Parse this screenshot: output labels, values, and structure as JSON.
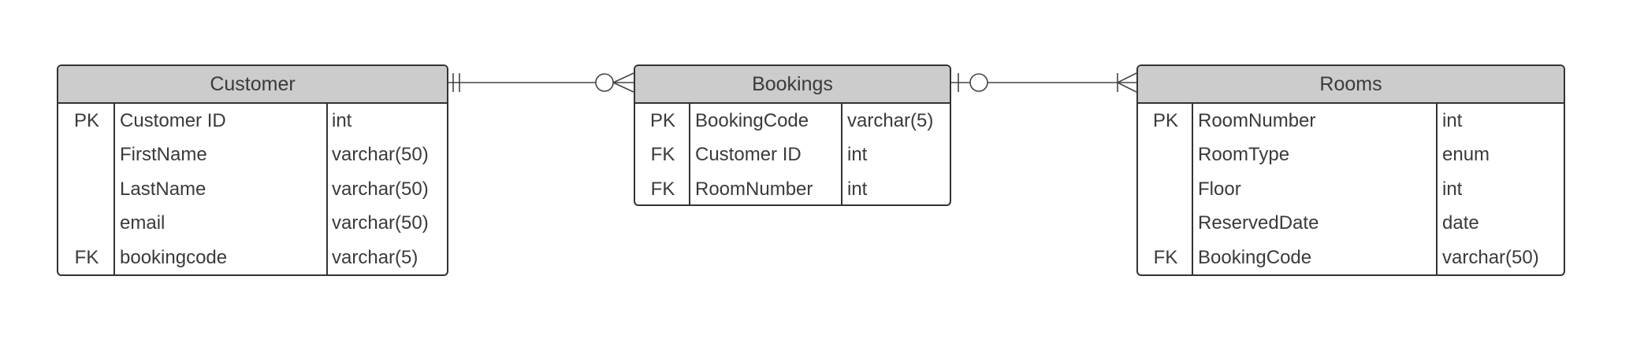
{
  "entities": {
    "customer": {
      "title": "Customer",
      "rows": [
        {
          "key": "PK",
          "name": "Customer ID",
          "type": "int"
        },
        {
          "key": "",
          "name": "FirstName",
          "type": "varchar(50)"
        },
        {
          "key": "",
          "name": "LastName",
          "type": "varchar(50)"
        },
        {
          "key": "",
          "name": "email",
          "type": "varchar(50)"
        },
        {
          "key": "FK",
          "name": "bookingcode",
          "type": "varchar(5)"
        }
      ]
    },
    "bookings": {
      "title": "Bookings",
      "rows": [
        {
          "key": "PK",
          "name": "BookingCode",
          "type": "varchar(5)"
        },
        {
          "key": "FK",
          "name": "Customer ID",
          "type": "int"
        },
        {
          "key": "FK",
          "name": "RoomNumber",
          "type": "int"
        }
      ]
    },
    "rooms": {
      "title": "Rooms",
      "rows": [
        {
          "key": "PK",
          "name": "RoomNumber",
          "type": "int"
        },
        {
          "key": "",
          "name": "RoomType",
          "type": "enum"
        },
        {
          "key": "",
          "name": "Floor",
          "type": "int"
        },
        {
          "key": "",
          "name": "ReservedDate",
          "type": "date"
        },
        {
          "key": "FK",
          "name": "BookingCode",
          "type": "varchar(50)"
        }
      ]
    }
  },
  "relationships": [
    {
      "from": "customer",
      "from_cardinality": "exactly-one",
      "to": "bookings",
      "to_cardinality": "zero-or-many"
    },
    {
      "from": "bookings",
      "from_cardinality": "zero-or-one",
      "to": "rooms",
      "to_cardinality": "one-or-many"
    }
  ],
  "colors": {
    "header_bg": "#cccccc",
    "border": "#333333",
    "text": "#3a3a3a",
    "line": "#444444"
  }
}
